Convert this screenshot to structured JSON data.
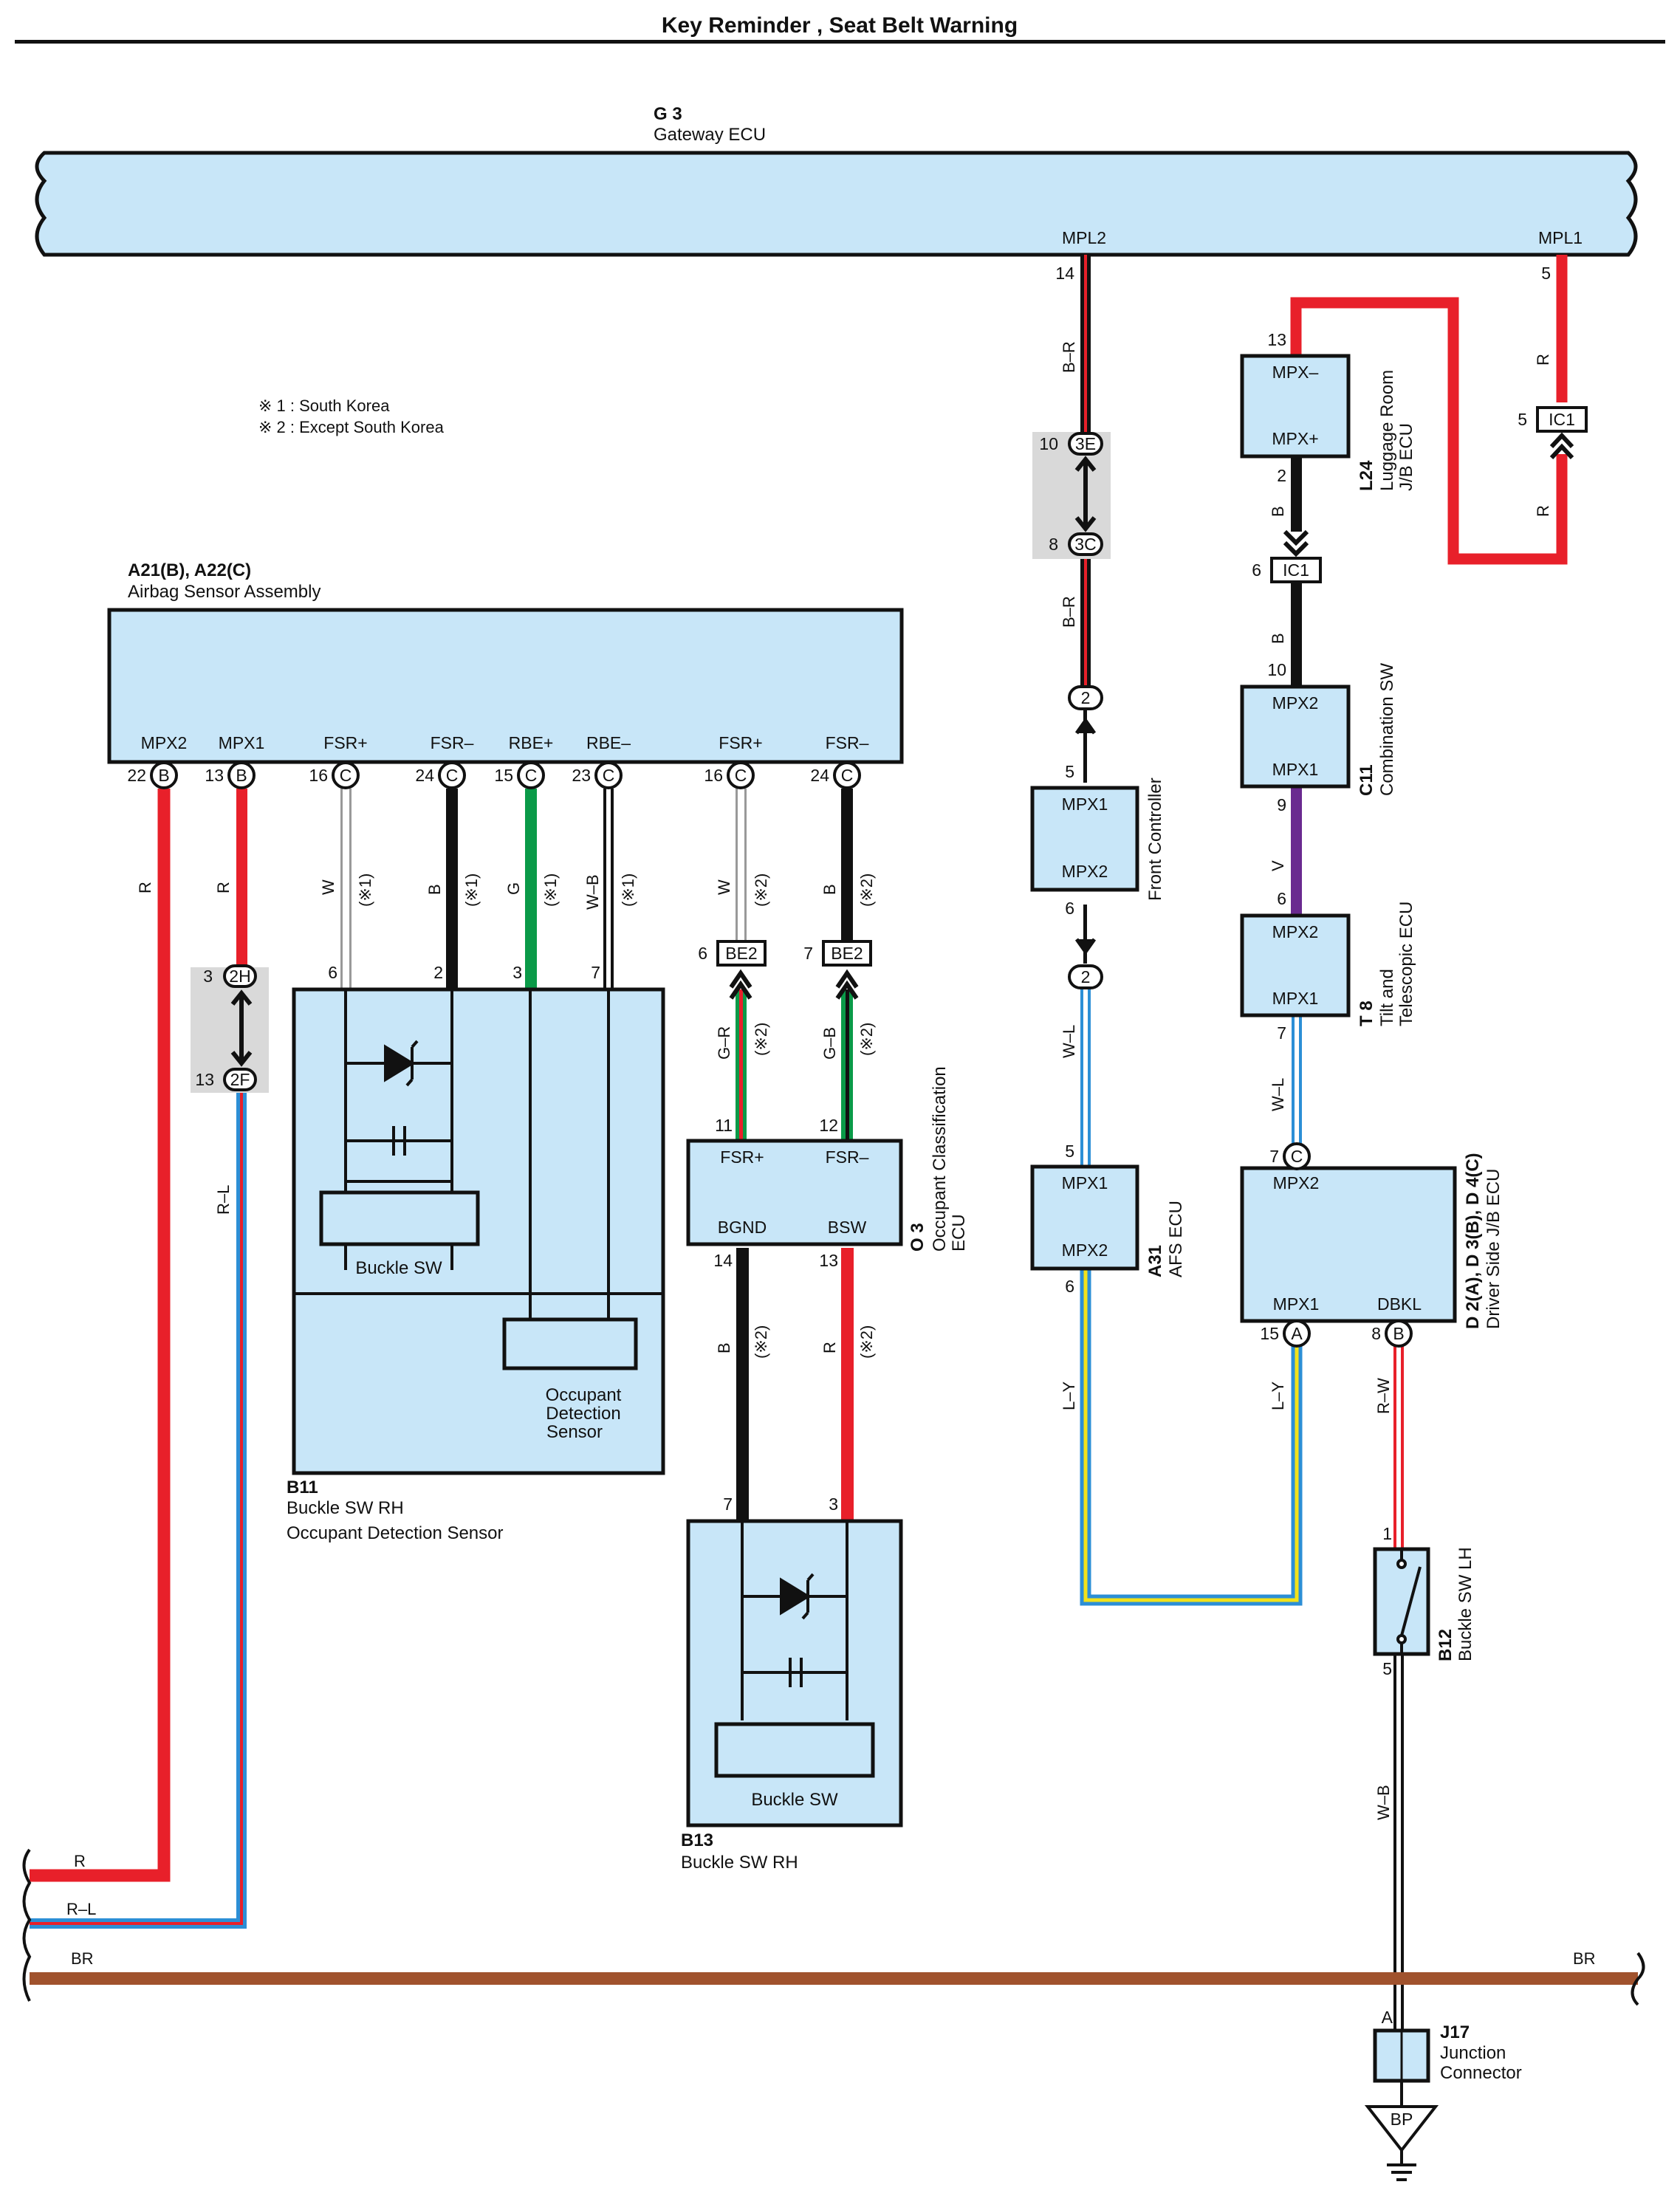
{
  "title": "Key Reminder , Seat Belt Warning",
  "notes": [
    "※ 1 : South Korea",
    "※ 2 : Except South Korea"
  ],
  "components": {
    "gateway": {
      "code": "G 3",
      "name": "Gateway ECU",
      "pins": {
        "mpl2": "MPL2",
        "mpl1": "MPL1"
      }
    },
    "airbag": {
      "code": "A21(B), A22(C)",
      "name": "Airbag Sensor Assembly",
      "pins": [
        "MPX2",
        "MPX1",
        "FSR+",
        "FSR–",
        "RBE+",
        "RBE–",
        "FSR+",
        "FSR–"
      ],
      "pin_numbers": [
        "22",
        "13",
        "16",
        "24",
        "15",
        "23",
        "16",
        "24"
      ],
      "pin_conns": [
        "B",
        "B",
        "C",
        "C",
        "C",
        "C",
        "C",
        "C"
      ]
    },
    "b11": {
      "code": "B11",
      "name1": "Buckle SW RH",
      "name2": "Occupant Detection Sensor",
      "buckle_label": "Buckle SW",
      "ods_label": [
        "Occupant",
        "Detection",
        "Sensor"
      ],
      "pins": [
        "6",
        "2",
        "3",
        "7"
      ]
    },
    "o3": {
      "code": "O 3",
      "name": [
        "Occupant Classification",
        "ECU"
      ],
      "pins_top": [
        "FSR+",
        "FSR–"
      ],
      "pins_bottom": [
        "BGND",
        "BSW"
      ],
      "nums_top": [
        "11",
        "12"
      ],
      "nums_bottom": [
        "14",
        "13"
      ]
    },
    "b13": {
      "code": "B13",
      "name": "Buckle SW RH",
      "buckle_label": "Buckle SW",
      "pins": [
        "7",
        "3"
      ]
    },
    "front_controller": {
      "name": "Front Controller",
      "pins": [
        "MPX1",
        "MPX2"
      ],
      "nums": [
        "5",
        "6"
      ]
    },
    "a31": {
      "code": "A31",
      "name": "AFS ECU",
      "pins": [
        "MPX1",
        "MPX2"
      ],
      "nums": [
        "5",
        "6"
      ]
    },
    "l24": {
      "code": "L24",
      "name": [
        "Luggage Room",
        "J/B ECU"
      ],
      "pins": [
        "MPX–",
        "MPX+"
      ],
      "nums": [
        "13",
        "2"
      ]
    },
    "c11": {
      "code": "C11",
      "name": "Combination SW",
      "pins": [
        "MPX2",
        "MPX1"
      ],
      "nums": [
        "10",
        "9"
      ]
    },
    "t8": {
      "code": "T 8",
      "name": [
        "Tilt and",
        "Telescopic ECU"
      ],
      "pins": [
        "MPX2",
        "MPX1"
      ],
      "nums": [
        "6",
        "7"
      ]
    },
    "d2": {
      "code": "D 2(A), D 3(B), D 4(C)",
      "name": "Driver Side J/B ECU",
      "pins": [
        "MPX2",
        "MPX1",
        "DBKL"
      ],
      "nums": [
        "7",
        "15",
        "8"
      ],
      "conns": [
        "C",
        "A",
        "B"
      ]
    },
    "b12": {
      "code": "B12",
      "name": "Buckle SW LH",
      "nums": [
        "1",
        "5"
      ]
    },
    "j17": {
      "code": "J17",
      "name": [
        "Junction",
        "Connector"
      ],
      "pin": "A",
      "ground": "BP"
    }
  },
  "connectors": {
    "c3e": {
      "label": "3E",
      "num": "10"
    },
    "c3c": {
      "label": "3C",
      "num": "8"
    },
    "c2h": {
      "label": "2H",
      "num": "3"
    },
    "c2f": {
      "label": "2F",
      "num": "13"
    },
    "ic1a": {
      "label": "IC1",
      "num": "5"
    },
    "ic1b": {
      "label": "IC1",
      "num": "6"
    },
    "be2a": {
      "label": "BE2",
      "num": "6"
    },
    "be2b": {
      "label": "BE2",
      "num": "7"
    },
    "j2a": {
      "label": "2"
    },
    "j2b": {
      "label": "2"
    }
  },
  "pin_numbers": {
    "mpl2": "14",
    "mpl1": "5"
  },
  "wires": {
    "r": "R",
    "r_l": "R–L",
    "w": "W",
    "b": "B",
    "g": "G",
    "w_b": "W–B",
    "g_r": "G–R",
    "g_b": "G–B",
    "b_r": "B–R",
    "w_l": "W–L",
    "l_y": "L–Y",
    "v": "V",
    "r_w": "R–W",
    "br": "BR",
    "star1": "(※1)",
    "star2": "(※2)"
  },
  "colors": {
    "red": "#e8202a",
    "black": "#111111",
    "green": "#0a9a48",
    "blue": "#2c8fd6",
    "yellow": "#f2e21a",
    "purple": "#6a2a90",
    "brown": "#a0522d",
    "box": "#c8e6f8"
  }
}
